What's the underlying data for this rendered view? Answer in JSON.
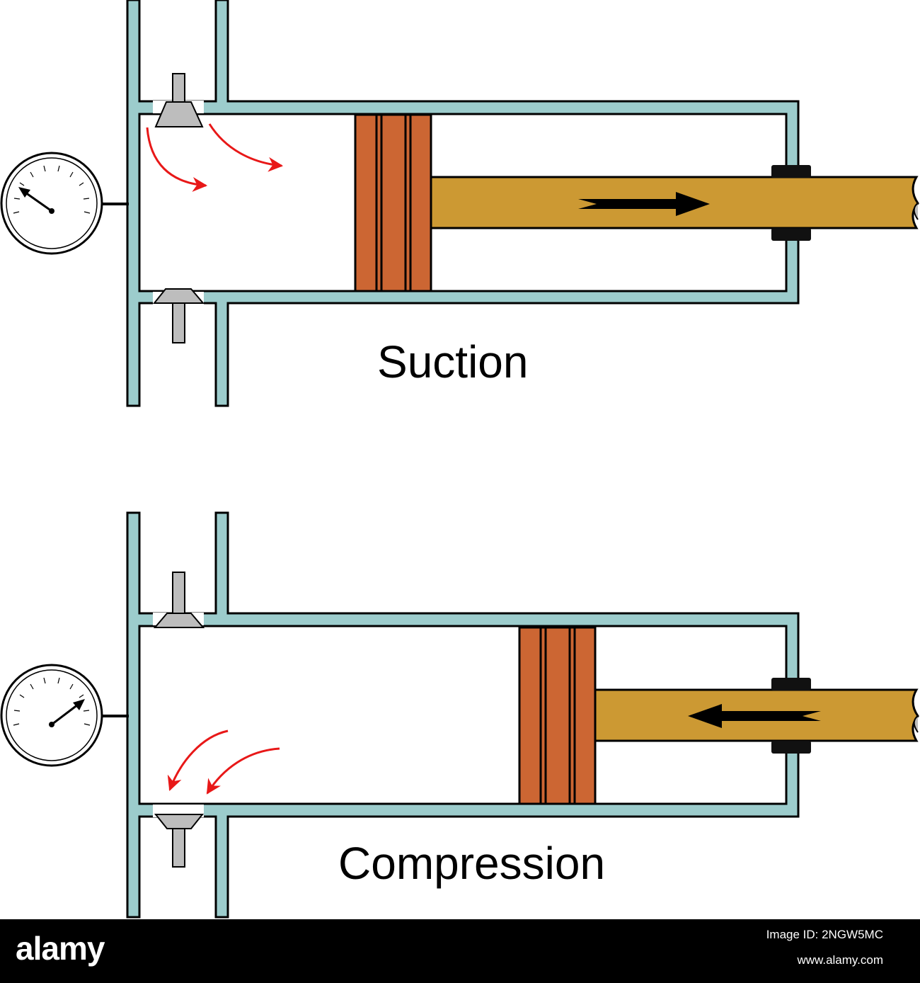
{
  "panels": {
    "suction": {
      "label": "Suction",
      "stroke_direction": "right",
      "gauge_pointer": "low"
    },
    "compression": {
      "label": "Compression",
      "stroke_direction": "left",
      "gauge_pointer": "high"
    }
  },
  "footer": {
    "logo": "alamy",
    "image_id": "Image ID: 2NGW5MC",
    "url": "www.alamy.com"
  },
  "colors": {
    "cylinder_wall": "#9CCCCC",
    "piston": "#CC6633",
    "rod": "#CC9933",
    "valve": "#BDBDBD",
    "flow_arrow": "#E81818",
    "motion_arrow": "#000000",
    "footer_bg": "#000000"
  }
}
